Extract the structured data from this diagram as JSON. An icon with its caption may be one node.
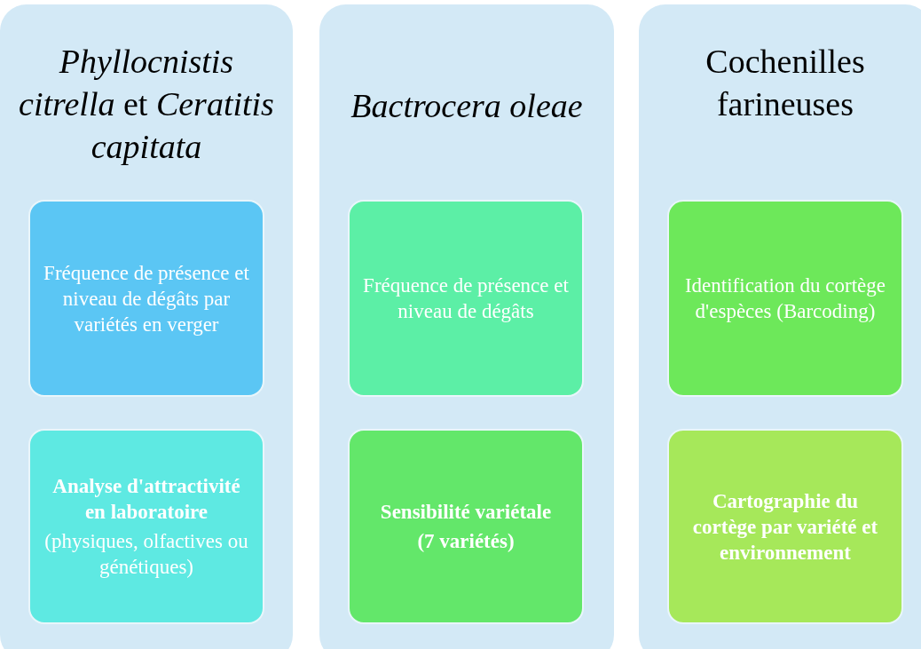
{
  "diagram": {
    "nodes": [
      {
        "text": [
          "*Phyllocnistis citrella* et *Ceratitis capitata*"
        ]
      },
      {
        "text": [
          "Fréquence de présence et niveau de dégâts par variétés en verger"
        ],
        "in": 0
      },
      {
        "text": [
          "Analyse d'attractivité en laboratoire",
          "(physiques, olfactives ou génétiques)"
        ],
        "in": 0
      },
      {
        "text": [
          "Bactrocera oleae"
        ]
      },
      {
        "text": [
          "Fréquence de présence et niveau de dégâts"
        ],
        "in": 3
      },
      {
        "text": [
          "Sensibilité variétale",
          "(7 variétés)"
        ],
        "in": 3
      },
      {
        "text": [
          "Cochenilles farineuses"
        ]
      },
      {
        "text": [
          "Identification du cortège d'espèces (Barcoding)"
        ],
        "in": 6
      },
      {
        "text": [
          "Cartographie du cortège par variété et environnement"
        ],
        "in": 6
      }
    ]
  }
}
